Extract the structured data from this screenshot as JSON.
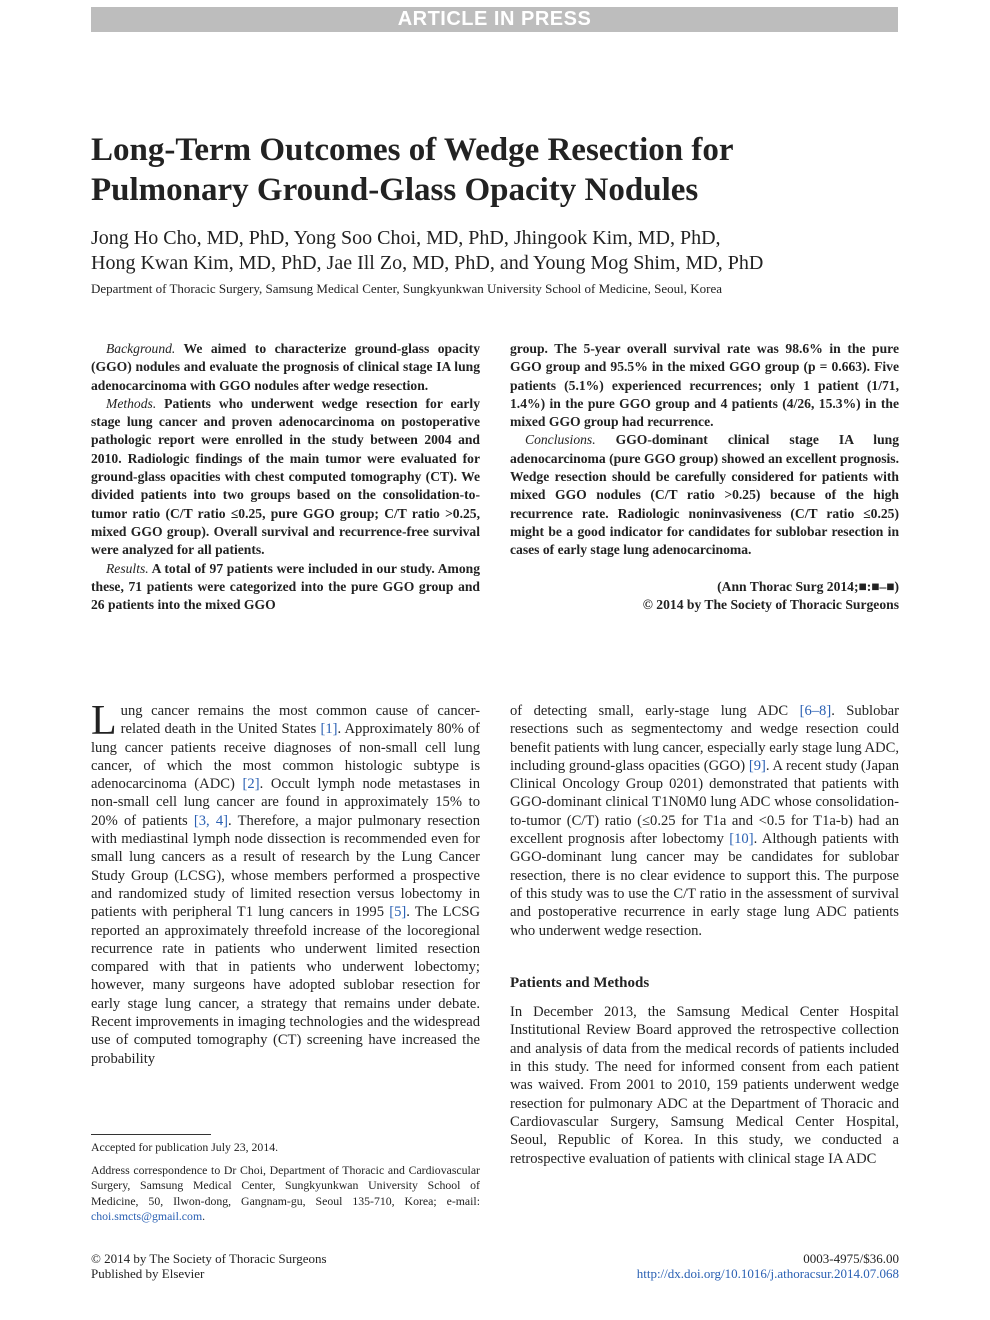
{
  "banner": "ARTICLE IN PRESS",
  "title_line1": "Long-Term Outcomes of Wedge Resection for",
  "title_line2": "Pulmonary Ground-Glass Opacity Nodules",
  "authors_line1": "Jong Ho Cho, MD, PhD, Yong Soo Choi, MD, PhD, Jhingook Kim, MD, PhD,",
  "authors_line2": "Hong Kwan Kim, MD, PhD, Jae Ill Zo, MD, PhD, and Young Mog Shim, MD, PhD",
  "affiliation": "Department of Thoracic Surgery, Samsung Medical Center, Sungkyunkwan University School of Medicine, Seoul, Korea",
  "abstract": {
    "background_label": "Background.",
    "background_text": " We aimed to characterize ground-glass opacity (GGO) nodules and evaluate the prognosis of clinical stage IA lung adenocarcinoma with GGO nodules after wedge resection.",
    "methods_label": "Methods.",
    "methods_text": " Patients who underwent wedge resection for early stage lung cancer and proven adenocarcinoma on postoperative pathologic report were enrolled in the study between 2004 and 2010. Radiologic findings of the main tumor were evaluated for ground-glass opacities with chest computed tomography (CT). We divided patients into two groups based on the consolidation-to-tumor ratio (C/T ratio ≤0.25, pure GGO group; C/T ratio >0.25, mixed GGO group). Overall survival and recurrence-free survival were analyzed for all patients.",
    "results_label": "Results.",
    "results_text": " A total of 97 patients were included in our study. Among these, 71 patients were categorized into the pure GGO group and 26 patients into the mixed GGO group. The 5-year overall survival rate was 98.6% in the pure GGO group and 95.5% in the mixed GGO group (p = 0.663). Five patients (5.1%) experienced recurrences; only 1 patient (1/71, 1.4%) in the pure GGO group and 4 patients (4/26, 15.3%) in the mixed GGO group had recurrence.",
    "results_part1": " A total of 97 patients were included in our study. Among these, 71 patients were categorized into the pure GGO group and 26 patients into the mixed GGO",
    "results_part2": "group. The 5-year overall survival rate was 98.6% in the pure GGO group and 95.5% in the mixed GGO group (p = 0.663). Five patients (5.1%) experienced recurrences; only 1 patient (1/71, 1.4%) in the pure GGO group and 4 patients (4/26, 15.3%) in the mixed GGO group had recurrence.",
    "conclusions_label": "Conclusions.",
    "conclusions_text": " GGO-dominant clinical stage IA lung adenocarcinoma (pure GGO group) showed an excellent prognosis. Wedge resection should be carefully considered for patients with mixed GGO nodules (C/T ratio >0.25) because of the high recurrence rate. Radiologic noninvasiveness (C/T ratio ≤0.25) might be a good indicator for candidates for sublobar resection in cases of early stage lung adenocarcinoma.",
    "citation": "(Ann Thorac Surg 2014;■:■–■)",
    "copyright": "© 2014 by The Society of Thoracic Surgeons"
  },
  "body_left": {
    "dropcap": "L",
    "p1_a": "ung cancer remains the most common cause of cancer-related death in the United States ",
    "ref1": "[1]",
    "p1_b": ". Approximately 80% of lung cancer patients receive diagnoses of non-small cell lung cancer, of which the most common histologic subtype is adenocarcinoma (ADC) ",
    "ref2": "[2]",
    "p1_c": ". Occult lymph node metastases in non-small cell lung cancer are found in approximately 15% to 20% of patients ",
    "ref3": "[3, 4]",
    "p1_d": ". Therefore, a major pulmonary resection with mediastinal lymph node dissection is recommended even for small lung cancers as a result of research by the Lung Cancer Study Group (LCSG), whose members performed a prospective and randomized study of limited resection versus lobectomy in patients with peripheral T1 lung cancers in 1995 ",
    "ref5": "[5]",
    "p1_e": ". The LCSG reported an approximately threefold increase of the locoregional recurrence rate in patients who underwent limited resection compared with that in patients who underwent lobectomy; however, many surgeons have adopted sublobar resection for early stage lung cancer, a strategy that remains under debate. Recent improvements in imaging technologies and the widespread use of computed tomography (CT) screening have increased the probability"
  },
  "body_right": {
    "p1_a": "of detecting small, early-stage lung ADC ",
    "ref6": "[6–8]",
    "p1_b": ". Sublobar resections such as segmentectomy and wedge resection could benefit patients with lung cancer, especially early stage lung ADC, including ground-glass opacities (GGO) ",
    "ref9": "[9]",
    "p1_c": ". A recent study (Japan Clinical Oncology Group 0201) demonstrated that patients with GGO-dominant clinical T1N0M0 lung ADC whose consolidation-to-tumor (C/T) ratio (≤0.25 for T1a and <0.5 for T1a-b) had an excellent prognosis after lobectomy ",
    "ref10": "[10]",
    "p1_d": ". Although patients with GGO-dominant lung cancer may be candidates for sublobar resection, there is no clear evidence to support this. The purpose of this study was to use the C/T ratio in the assessment of survival and postoperative recurrence in early stage lung ADC patients who underwent wedge resection.",
    "section_heading": "Patients and Methods",
    "p2": "In December 2013, the Samsung Medical Center Hospital Institutional Review Board approved the retrospective collection and analysis of data from the medical records of patients included in this study. The need for informed consent from each patient was waived. From 2001 to 2010, 159 patients underwent wedge resection for pulmonary ADC at the Department of Thoracic and Cardiovascular Surgery, Samsung Medical Center Hospital, Seoul, Republic of Korea. In this study, we conducted a retrospective evaluation of patients with clinical stage IA ADC"
  },
  "footnotes": {
    "accepted": "Accepted for publication July 23, 2014.",
    "address": "Address correspondence to Dr Choi, Department of Thoracic and Cardiovascular Surgery, Samsung Medical Center, Sungkyunkwan University School of Medicine, 50, Ilwon-dong, Gangnam-gu, Seoul 135-710, Korea; e-mail: ",
    "email": "choi.smcts@gmail.com",
    "email_end": "."
  },
  "footer": {
    "copyright": "© 2014 by The Society of Thoracic Surgeons",
    "publisher": "Published by Elsevier",
    "issn": "0003-4975/$36.00",
    "doi": "http://dx.doi.org/10.1016/j.athoracsur.2014.07.068"
  },
  "colors": {
    "link": "#2a60b3",
    "banner_bg": "#bdbdbd"
  }
}
